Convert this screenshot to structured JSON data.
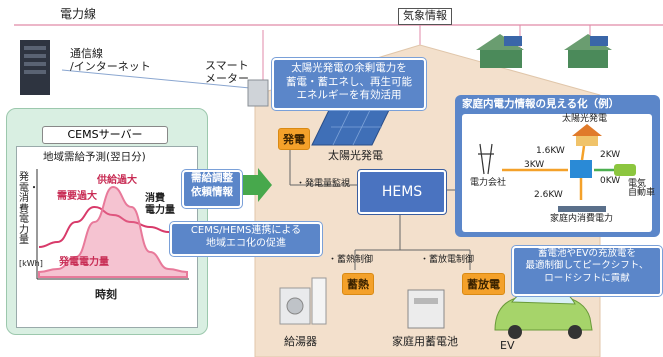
{
  "top": {
    "power_line": "電力線",
    "weather_info": "気象情報"
  },
  "network": {
    "comm_line": "通信線\n/インターネット",
    "smart_meter": "スマート\nメーター"
  },
  "solar_note": "太陽光発電の余剰電力を\n蓄電・蓄エネし、再生可能\nエネルギーを有効活用",
  "cems": {
    "title": "CEMSサーバー",
    "chart": {
      "title": "地域需給予測(翌日分)",
      "ylabel": "発電・消費電力量",
      "yunit": "[kWh]",
      "xlabel": "時刻",
      "annotations": {
        "supply_over": "供給過大",
        "demand_over": "需要過大",
        "consumption": "消費\n電力量",
        "generation": "発電電力量"
      }
    }
  },
  "chart_data": {
    "type": "line",
    "title": "地域需給予測(翌日分)",
    "xlabel": "時刻",
    "ylabel": "発電・消費電力量",
    "series": [
      {
        "name": "消費電力量",
        "values": [
          0.3,
          0.35,
          0.55,
          0.7,
          0.62,
          0.55,
          0.5,
          0.45,
          0.4
        ]
      },
      {
        "name": "発電電力量",
        "values": [
          0.05,
          0.08,
          0.2,
          0.55,
          0.9,
          0.7,
          0.25,
          0.08,
          0.05
        ]
      }
    ]
  },
  "labels": {
    "supply_demand": "需給調整\n依頼情報",
    "cooperation": "CEMS/HEMS連携による\n地域エコ化の促進",
    "generation_tag": "発電",
    "solar_panel": "太陽光発電",
    "gen_monitor": "・発電量監視",
    "hems": "HEMS",
    "heat_control": "・蓄熱制御",
    "charge_control": "・蓄放電制御",
    "heat_storage": "蓄熱",
    "charge_discharge": "蓄放電",
    "water_heater": "給湯器",
    "home_battery": "家庭用蓄電池",
    "ev": "EV"
  },
  "inset": {
    "title": "家庭内電力情報の見える化（例）",
    "solar": "太陽光発電",
    "power_company": "電力会社",
    "kw_1_6": "1.6KW",
    "kw_3": "3KW",
    "kw_2_6": "2.6KW",
    "kw_2": "2KW",
    "kw_0": "0KW",
    "ev": "電気\n自動車",
    "home_consumption": "家庭内消費電力"
  },
  "ev_note": "蓄電池やEVの充放電を\n最適制御してピークシフト、\nロードシフトに貢献",
  "colors": {
    "pink_line": "#e06a8a",
    "blue_box": "#5b86c9",
    "orange": "#f4a12a",
    "house": "#f2ddc8",
    "green": "#4caf50"
  }
}
